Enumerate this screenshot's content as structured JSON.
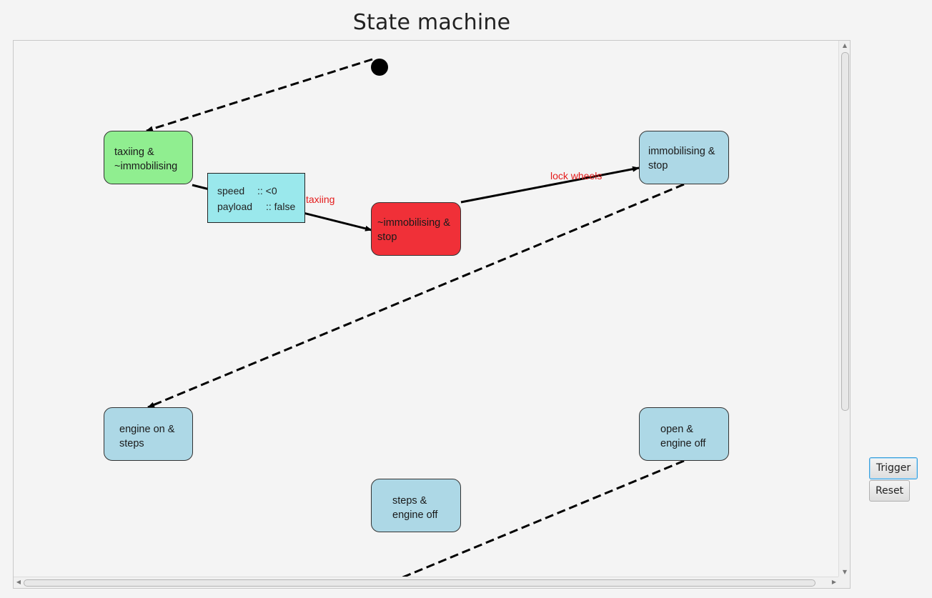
{
  "title": "State machine",
  "states": {
    "taxiing": [
      "taxiing &",
      "~immobilising"
    ],
    "immob_stop": [
      "~immobilising &",
      "stop"
    ],
    "immobilising_stop": [
      "immobilising &",
      "stop"
    ],
    "engine_on_steps": [
      "engine on &",
      "steps"
    ],
    "open_engine_off": [
      "open &",
      "engine off"
    ],
    "steps_engine_off": [
      "steps &",
      "engine off"
    ]
  },
  "guard": {
    "rows": [
      {
        "key": "speed",
        "value": ":: <0"
      },
      {
        "key": "payload",
        "value": ":: false"
      }
    ]
  },
  "transition_labels": {
    "taxiing": "taxiing",
    "lock_wheels": "lock wheels"
  },
  "buttons": {
    "trigger": "Trigger",
    "reset": "Reset"
  },
  "colors": {
    "default_state": "#add8e6",
    "start_state": "#90ee90",
    "current_state": "#f03038",
    "guard_box": "#9ae8ec",
    "transition_label": "#e41b1b"
  },
  "icons": {
    "scroll_up": "▲",
    "scroll_down": "▼",
    "scroll_left": "◀",
    "scroll_right": "▶"
  }
}
